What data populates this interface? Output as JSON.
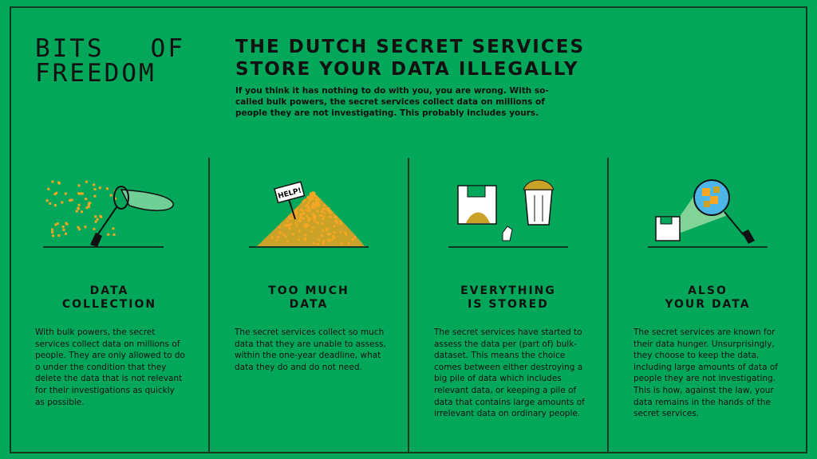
{
  "logo": {
    "line1a": "BITS",
    "line1b": "OF",
    "line2": "FREEDOM"
  },
  "title": {
    "line1": "THE DUTCH SECRET SERVICES",
    "line2": "STORE YOUR DATA ILLEGALLY"
  },
  "intro": "If you think it has nothing to do with you, you are wrong. With so-called bulk powers, the secret services collect data on millions of people they are not investigating. This probably includes yours.",
  "colors": {
    "background": "#02a75a",
    "dots": "#f5a623",
    "ink": "#111111"
  },
  "columns": [
    {
      "icon": "butterfly-net-icon",
      "heading1": "DATA",
      "heading2": "COLLECTION",
      "text": "With bulk powers, the secret services collect data on millions of people. They are only allowed to do  o under the condition that they delete the data that is not relevant for their investigations as quickly as possible."
    },
    {
      "icon": "data-pile-icon",
      "sign": "HELP!",
      "heading1": "TOO MUCH",
      "heading2": "DATA",
      "text": "The secret services collect so much data that they are unable to assess, within the one-year deadline, what data they do and do not need."
    },
    {
      "icon": "floppy-and-trash-icon",
      "heading1": "EVERYTHING",
      "heading2": "IS STORED",
      "text": "The secret services have started to assess the data per (part of) bulk-dataset. This means the choice comes between either destroying a big pile of data which includes relevant data, or keeping a pile of data that contains large amounts of irrelevant data on ordinary people."
    },
    {
      "icon": "magnifier-icon",
      "heading1": "ALSO",
      "heading2": "YOUR DATA",
      "text": "The secret services are known for their data hunger. Unsurprisingly, they choose to keep the data, including large amounts of data of people they are not investigating. This is how, against the law, your data remains in the hands of the secret services."
    }
  ]
}
